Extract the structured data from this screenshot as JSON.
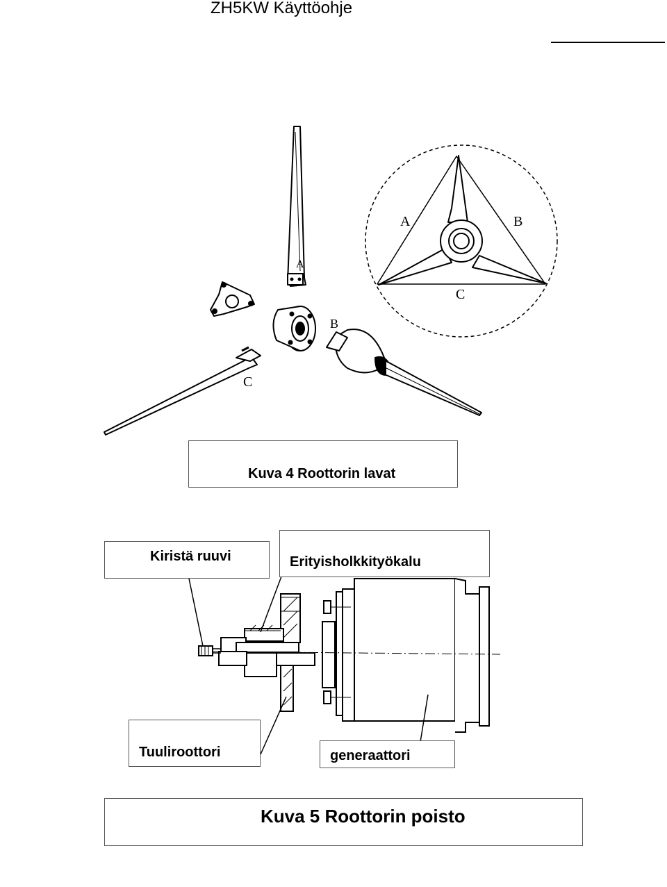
{
  "header": {
    "title": "ZH5KW Käyttöohje"
  },
  "figure4": {
    "caption": "Kuva 4   Roottorin lavat",
    "blade_letters": {
      "a": "A",
      "b": "B",
      "c": "C"
    }
  },
  "figure5": {
    "caption": "Kuva 5   Roottorin poisto",
    "labels": {
      "tighten_screw": "Kiristä ruuvi",
      "special_tool": "Erityisholkkityökalu",
      "wind_rotor": "Tuuliroottori",
      "generator": "generaattori"
    }
  }
}
